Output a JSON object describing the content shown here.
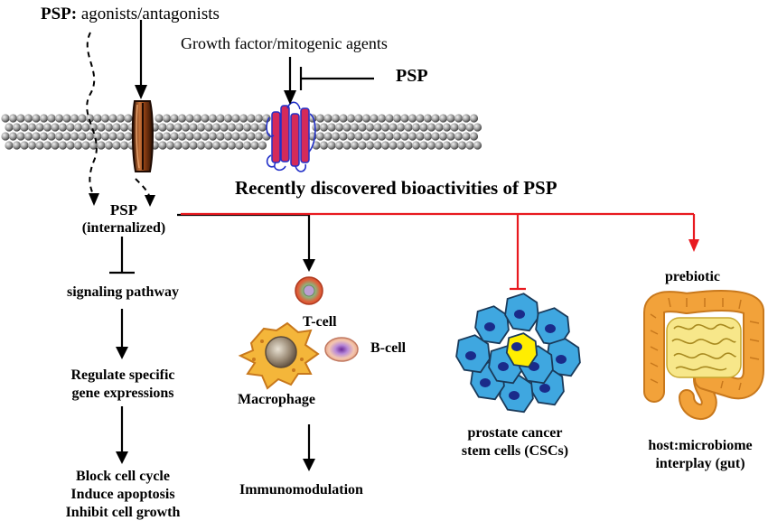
{
  "top_label": {
    "bold": "PSP:",
    "rest": " agonists/antagonists"
  },
  "growth_factor": "Growth factor/mitogenic agents",
  "psp_inhibitor": "PSP",
  "title": "Recently discovered bioactivities of PSP",
  "psp_internalized": {
    "line1": "PSP",
    "line2": "(internalized)"
  },
  "left_branch": {
    "signaling": "signaling pathway",
    "regulate": [
      "Regulate specific",
      "gene expressions"
    ],
    "outcomes": [
      "Block cell cycle",
      "Induce apoptosis",
      "Inhibit cell growth"
    ]
  },
  "immune_branch": {
    "t_cell": "T-cell",
    "b_cell": "B-cell",
    "macrophage": "Macrophage",
    "result": "Immunomodulation"
  },
  "cancer_branch": {
    "lines": [
      "prostate cancer",
      "stem cells (CSCs)"
    ]
  },
  "gut_branch": {
    "prebiotic": "prebiotic",
    "lines": [
      "host:microbiome",
      "interplay (gut)"
    ]
  },
  "colors": {
    "red_connector": "#e8191f",
    "channel": "#7a3a12",
    "receptor": "#d42a5a",
    "receptor_outline": "#2230c8",
    "cancer_cell": "#3fa7e0",
    "cancer_center": "#ffee00",
    "intestine": "#f2a23a",
    "small_intestine": "#f7e78a"
  }
}
